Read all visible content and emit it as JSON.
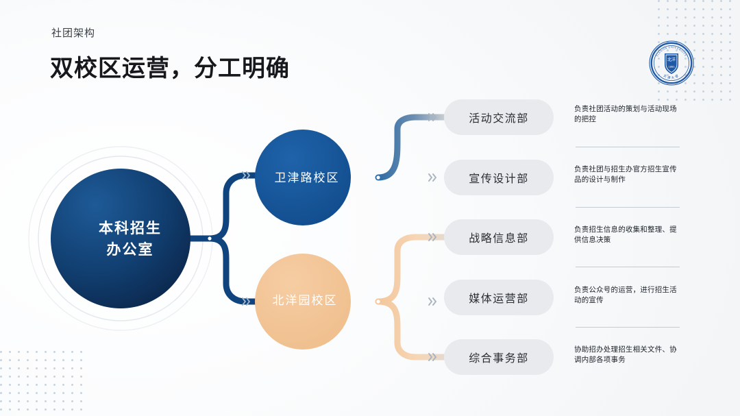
{
  "header": {
    "eyebrow": "社团架构",
    "headline": "双校区运营，分工明确"
  },
  "logo": {
    "name": "tianjin-university-seal",
    "outer_text_top": "TIANJIN UNIVERSITY",
    "outer_text_bottom": "天津大学",
    "year": "1895",
    "color": "#1f59a6"
  },
  "diagram": {
    "type": "org-chart",
    "root": {
      "label_line1": "本科招生",
      "label_line2": "办公室",
      "color_start": "#1b4f86",
      "color_end": "#0d2b52"
    },
    "branches": [
      {
        "id": "campus-a",
        "label": "卫津路校区",
        "color": "#1a5ea3",
        "children": [
          "活动交流部",
          "宣传设计部"
        ]
      },
      {
        "id": "campus-b",
        "label": "北洋园校区",
        "color": "#f2c496",
        "children": [
          "战略信息部",
          "媒体运营部",
          "综合事务部"
        ]
      }
    ],
    "departments": [
      {
        "name": "活动交流部",
        "description": "负责社团活动的策划与活动现场的把控",
        "branch": "campus-a"
      },
      {
        "name": "宣传设计部",
        "description": "负责社团与招生办官方招生宣传品的设计与制作",
        "branch": "campus-a"
      },
      {
        "name": "战略信息部",
        "description": "负责招生信息的收集和整理、提供信息决策",
        "branch": "campus-b"
      },
      {
        "name": "媒体运营部",
        "description": "负责公众号的运营，进行招生活动的宣传",
        "branch": "campus-b"
      },
      {
        "name": "综合事务部",
        "description": "协助招办处理招生相关文件、协调内部各项事务",
        "branch": "campus-b"
      }
    ]
  },
  "palette": {
    "navy_dark": "#0d2b52",
    "navy": "#134a82",
    "blue": "#1a5ea3",
    "blue_mid": "#3a76ac",
    "peach": "#f2c496",
    "pill_grey": "#e8eaed",
    "dot_grey": "#c9d3de",
    "background": "#f5f7f9"
  }
}
